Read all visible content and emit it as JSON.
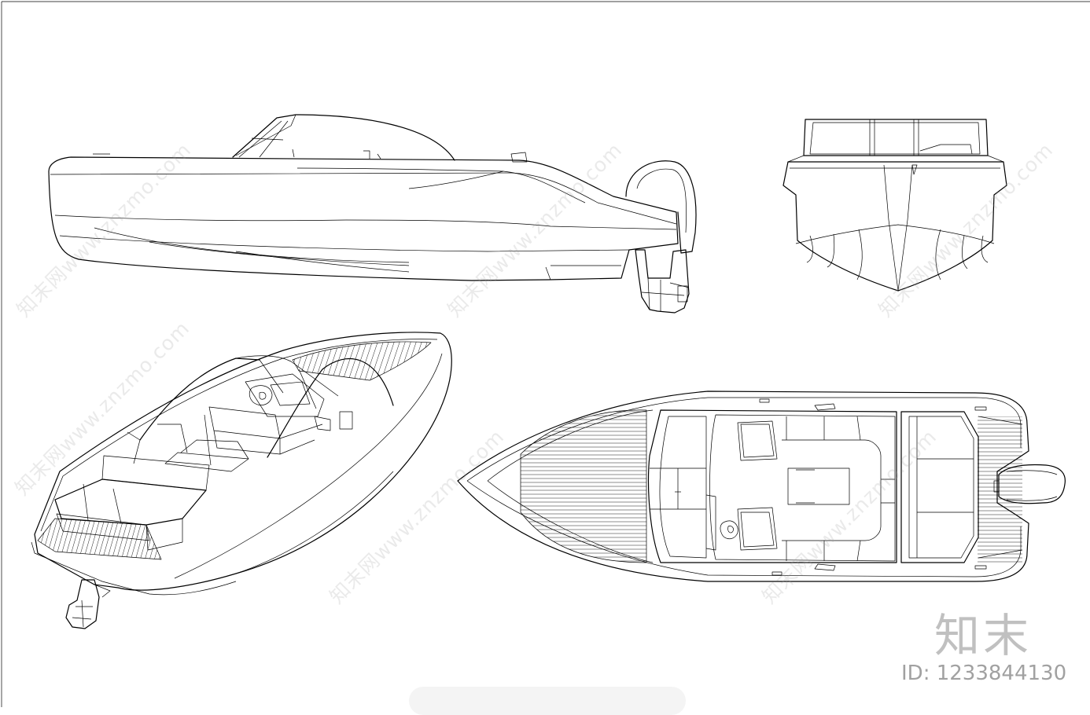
{
  "branding": {
    "logo_text": "知末",
    "id_label": "ID: 1233844130"
  },
  "watermark": {
    "text": "知末网www.znzmo.com"
  },
  "views": [
    {
      "name": "side-profile"
    },
    {
      "name": "front-view"
    },
    {
      "name": "perspective-view"
    },
    {
      "name": "top-plan"
    }
  ],
  "colors": {
    "line": "#000000",
    "background": "#ffffff",
    "watermark": "#a0a0a0"
  }
}
